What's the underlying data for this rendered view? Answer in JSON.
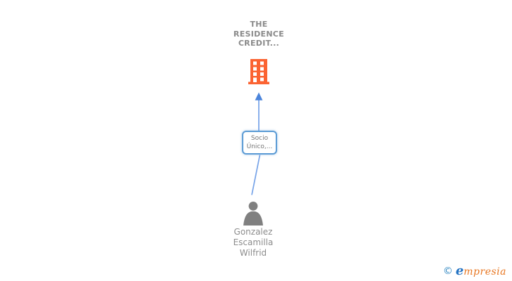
{
  "company": {
    "name_lines": [
      "THE",
      "RESIDENCE",
      "CREDIT..."
    ]
  },
  "relationship": {
    "label_lines": [
      "Socio",
      "Único,..."
    ]
  },
  "person": {
    "name_lines": [
      "Gonzalez",
      "Escamilla",
      "Wilfrid"
    ]
  },
  "logo": {
    "copyright": "©",
    "brand_initial": "e",
    "brand_rest": "mpresia"
  },
  "colors": {
    "building": "#fb6332",
    "arrow_line": "#76a3e8",
    "arrow_head": "#4b84db",
    "label_border": "#5b9bd5",
    "label_text": "#767676",
    "person_gray": "#808080",
    "node_text_gray": "#8a8a8a",
    "logo_copyright": "#2e86c1",
    "logo_e_blue": "#2272c3",
    "logo_orange": "#e87722"
  }
}
